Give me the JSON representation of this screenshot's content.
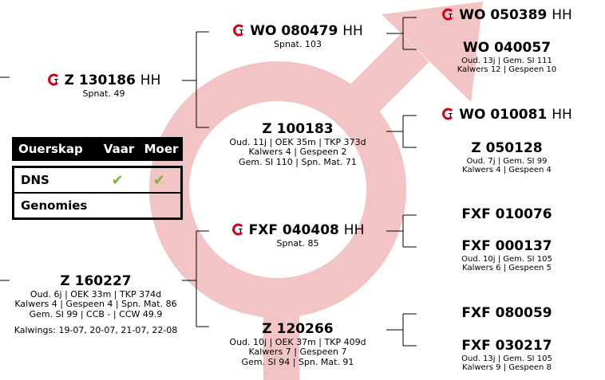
{
  "colors": {
    "arrow": "#f2c4c4",
    "check": "#6fbf2a"
  },
  "icons": {
    "badge": "gt-logo-icon"
  },
  "nodes": {
    "z130186": {
      "id": "Z 130186",
      "suffix": "HH",
      "l1": "Spnat. 49"
    },
    "z160227": {
      "id": "Z 160227",
      "l1": "Oud. 6j | OEK 33m | TKP 374d",
      "l2": "Kalwers 4 | Gespeen 4 | Spn. Mat. 86",
      "l3": "Gem. SI 99 | CCB - | CCW 49.9",
      "l4": "Kalwings: 19-07, 20-07, 21-07, 22-08"
    },
    "wo080479": {
      "id": "WO 080479",
      "suffix": "HH",
      "l1": "Spnat. 103"
    },
    "z100183": {
      "id": "Z 100183",
      "l1": "Oud. 11j | OEK 35m | TKP 373d",
      "l2": "Kalwers 4 | Gespeen 2",
      "l3": "Gem. SI 110 | Spn. Mat. 71"
    },
    "fxf040408": {
      "id": "FXF 040408",
      "suffix": "HH",
      "l1": "Spnat. 85"
    },
    "z120266": {
      "id": "Z 120266",
      "l1": "Oud. 10j | OEK 37m | TKP 409d",
      "l2": "Kalwers 7 | Gespeen 7",
      "l3": "Gem. SI 94 | Spn. Mat. 91"
    },
    "wo050389": {
      "id": "WO 050389",
      "suffix": "HH"
    },
    "wo040057": {
      "id": "WO 040057",
      "l1": "Oud. 13j | Gem. SI 111",
      "l2": "Kalwers 12 | Gespeen 10"
    },
    "wo010081": {
      "id": "WO 010081",
      "suffix": "HH"
    },
    "z050128": {
      "id": "Z 050128",
      "l1": "Oud. 7j | Gem. SI 99",
      "l2": "Kalwers 4 | Gespeen 4"
    },
    "fxf010076": {
      "id": "FXF 010076"
    },
    "fxf000137": {
      "id": "FXF 000137",
      "l1": "Oud. 10j | Gem. SI 105",
      "l2": "Kalwers 6 | Gespeen 5"
    },
    "fxf080059": {
      "id": "FXF 080059"
    },
    "fxf030217": {
      "id": "FXF 030217",
      "l1": "Oud. 13j | Gem. SI 105",
      "l2": "Kalwers 9 | Gespeen 8"
    }
  },
  "table": {
    "headers": [
      "Ouerskap",
      "Vaar",
      "Moer"
    ],
    "rows": [
      {
        "label": "DNS",
        "vaar": "✔",
        "moer": "✔"
      },
      {
        "label": "Genomies",
        "vaar": "",
        "moer": ""
      }
    ]
  }
}
